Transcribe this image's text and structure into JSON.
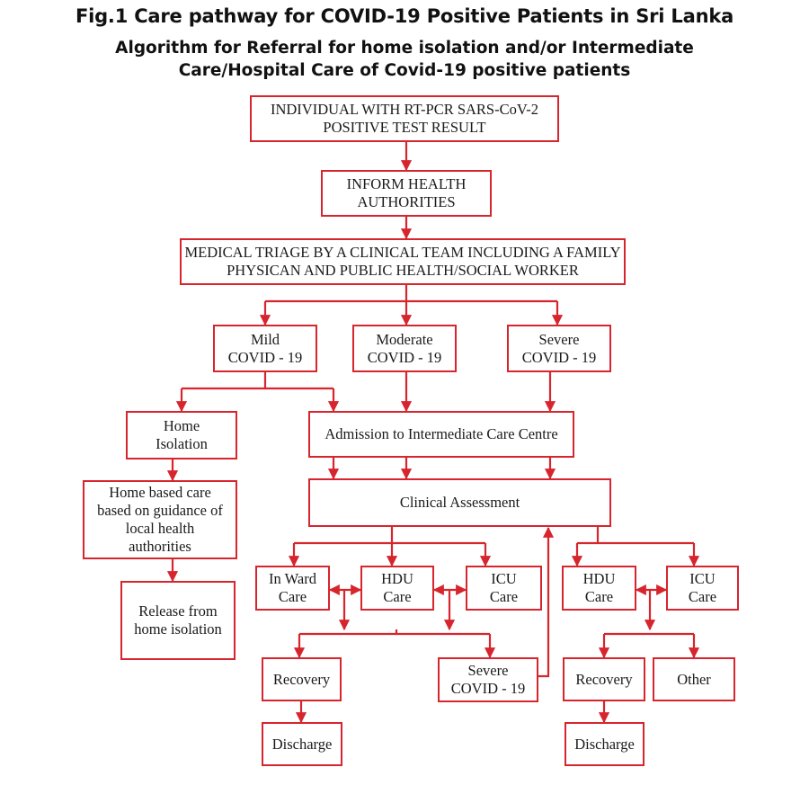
{
  "title": "Fig.1 Care pathway for COVID-19 Positive Patients in Sri Lanka",
  "subtitle_line1": "Algorithm for Referral for home isolation and/or Intermediate",
  "subtitle_line2": "Care/Hospital Care of Covid-19 positive patients",
  "colors": {
    "line": "#d7252e",
    "text": "#1a1a1a"
  },
  "nodes": {
    "positive_test": {
      "l1": "INDIVIDUAL WITH RT-PCR SARS-CoV-2",
      "l2": "POSITIVE TEST RESULT"
    },
    "inform": {
      "l1": "INFORM HEALTH",
      "l2": "AUTHORITIES"
    },
    "triage": {
      "l1": "MEDICAL TRIAGE BY A CLINICAL TEAM INCLUDING A FAMILY",
      "l2": "PHYSICAN AND PUBLIC HEALTH/SOCIAL WORKER"
    },
    "mild": {
      "l1": "Mild",
      "l2": "COVID - 19"
    },
    "moderate": {
      "l1": "Moderate",
      "l2": "COVID - 19"
    },
    "severe": {
      "l1": "Severe",
      "l2": "COVID - 19"
    },
    "home_isolation": {
      "l1": "Home",
      "l2": "Isolation"
    },
    "admission": {
      "l1": "Admission to Intermediate Care Centre"
    },
    "home_care": {
      "l1": "Home based care",
      "l2": "based on guidance of",
      "l3": "local health",
      "l4": "authorities"
    },
    "clinical": {
      "l1": "Clinical Assessment"
    },
    "release": {
      "l1": "Release from",
      "l2": "home isolation"
    },
    "in_ward": {
      "l1": "In Ward",
      "l2": "Care"
    },
    "hdu1": {
      "l1": "HDU",
      "l2": "Care"
    },
    "icu1": {
      "l1": "ICU",
      "l2": "Care"
    },
    "hdu2": {
      "l1": "HDU",
      "l2": "Care"
    },
    "icu2": {
      "l1": "ICU",
      "l2": "Care"
    },
    "recovery1": {
      "l1": "Recovery"
    },
    "severe2": {
      "l1": "Severe",
      "l2": "COVID - 19"
    },
    "recovery2": {
      "l1": "Recovery"
    },
    "other": {
      "l1": "Other"
    },
    "discharge1": {
      "l1": "Discharge"
    },
    "discharge2": {
      "l1": "Discharge"
    }
  }
}
